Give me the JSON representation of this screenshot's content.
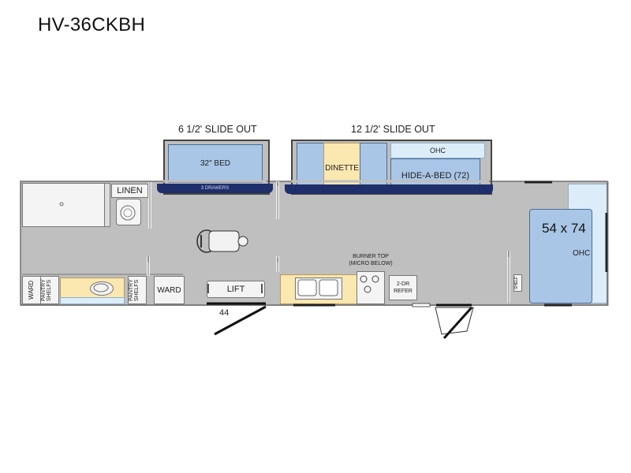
{
  "title": "HV-36CKBH",
  "slides": {
    "small": "6 1/2' SLIDE OUT",
    "large": "12 1/2' SLIDE OUT"
  },
  "rooms": {
    "bed32": "32\" BED",
    "drawers": "3 DRAWERS",
    "dinette": "DINETTE",
    "ohc_slide": "OHC",
    "hide_a_bed": "HIDE-A-BED (72)",
    "linen": "LINEN",
    "ward_left": "WARD",
    "pantry_left": "PANTRY SHELFS",
    "pantry_right": "PANTRY SHELFS",
    "ward_right": "WARD",
    "lift": "LIFT",
    "burner": "BURNER TOP",
    "micro": "(MICRO BELOW)",
    "refer": "2-DR REFER",
    "bed_main": "54 x 74",
    "ohc_main": "OHC",
    "shelf": "SHELF",
    "door_label": "44"
  },
  "colors": {
    "floor": "#bfbfbf",
    "bed_blue": "#a9c6e6",
    "light_blue": "#dcedf9",
    "counter_yellow": "#fbe7b0",
    "rail_navy": "#1f2f6b"
  }
}
